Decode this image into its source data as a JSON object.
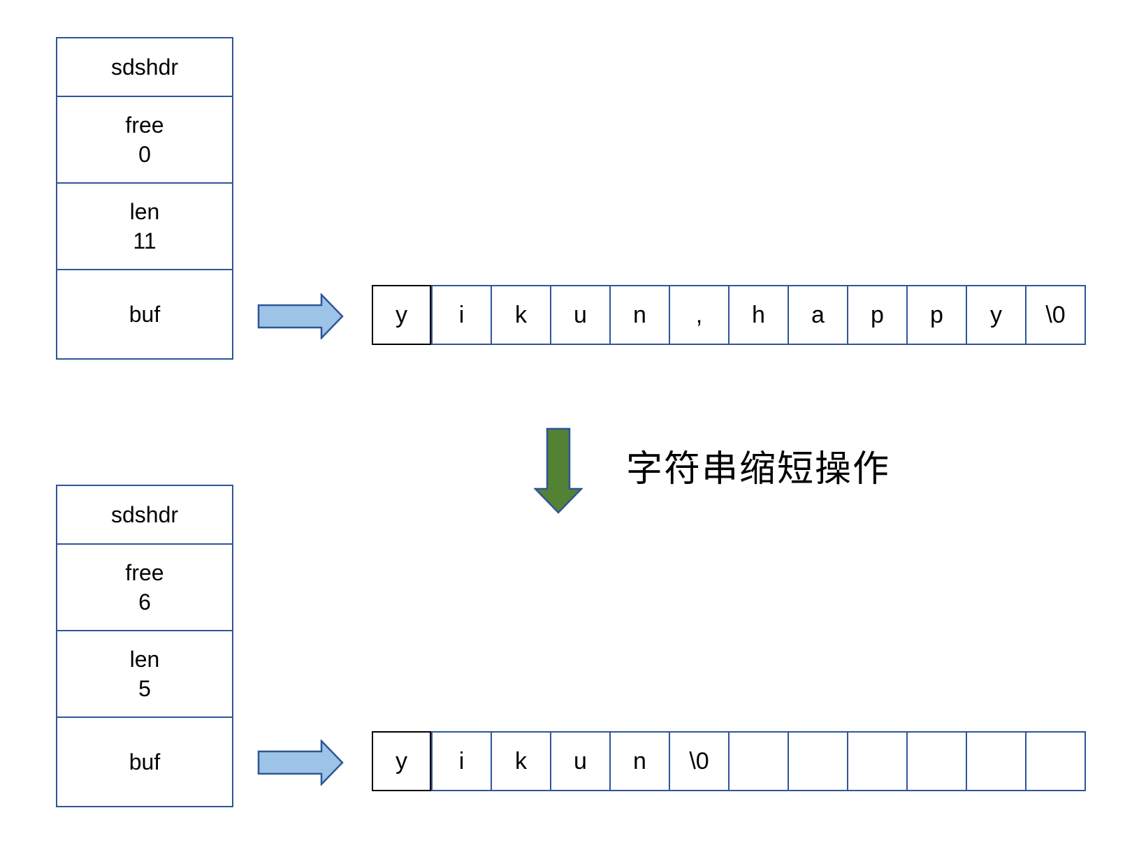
{
  "before": {
    "header": {
      "title": "sdshdr",
      "free_label": "free",
      "free_value": "0",
      "len_label": "len",
      "len_value": "11",
      "buf_label": "buf"
    },
    "buf": [
      "y",
      "i",
      "k",
      "u",
      "n",
      ",",
      "h",
      "a",
      "p",
      "p",
      "y",
      "\\0"
    ]
  },
  "after": {
    "header": {
      "title": "sdshdr",
      "free_label": "free",
      "free_value": "6",
      "len_label": "len",
      "len_value": "5",
      "buf_label": "buf"
    },
    "buf": [
      "y",
      "i",
      "k",
      "u",
      "n",
      "\\0",
      "",
      "",
      "",
      "",
      "",
      ""
    ]
  },
  "operation_label": "字符串缩短操作",
  "colors": {
    "box_border": "#2f5597",
    "pointer_fill": "#9dc3e6",
    "operation_arrow_fill": "#548235"
  }
}
